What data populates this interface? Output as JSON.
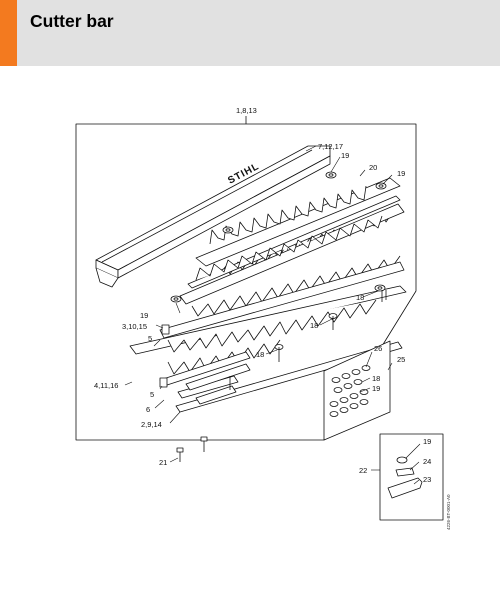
{
  "page": {
    "title": "Cutter bar",
    "accent_color": "#f37a1f",
    "header_bg": "#e1e1e1"
  },
  "diagram": {
    "brand_text": "STIHL",
    "callouts": {
      "c1": "1,8,13",
      "c2": "7,12,17",
      "c3": "19",
      "c4": "20",
      "c5": "19",
      "c6": "19",
      "c7": "18",
      "c8": "3,10,15",
      "c9": "5",
      "c10": "18",
      "c11": "18",
      "c12": "4,11,16",
      "c13": "5",
      "c14": "6",
      "c15": "2,9,14",
      "c16": "21",
      "c17": "25",
      "c18": "26",
      "c19": "18",
      "c20": "19",
      "c21": "19",
      "c22": "22",
      "c23": "24",
      "c24": "23"
    },
    "document_id": "4226-BT-0001-A0"
  }
}
